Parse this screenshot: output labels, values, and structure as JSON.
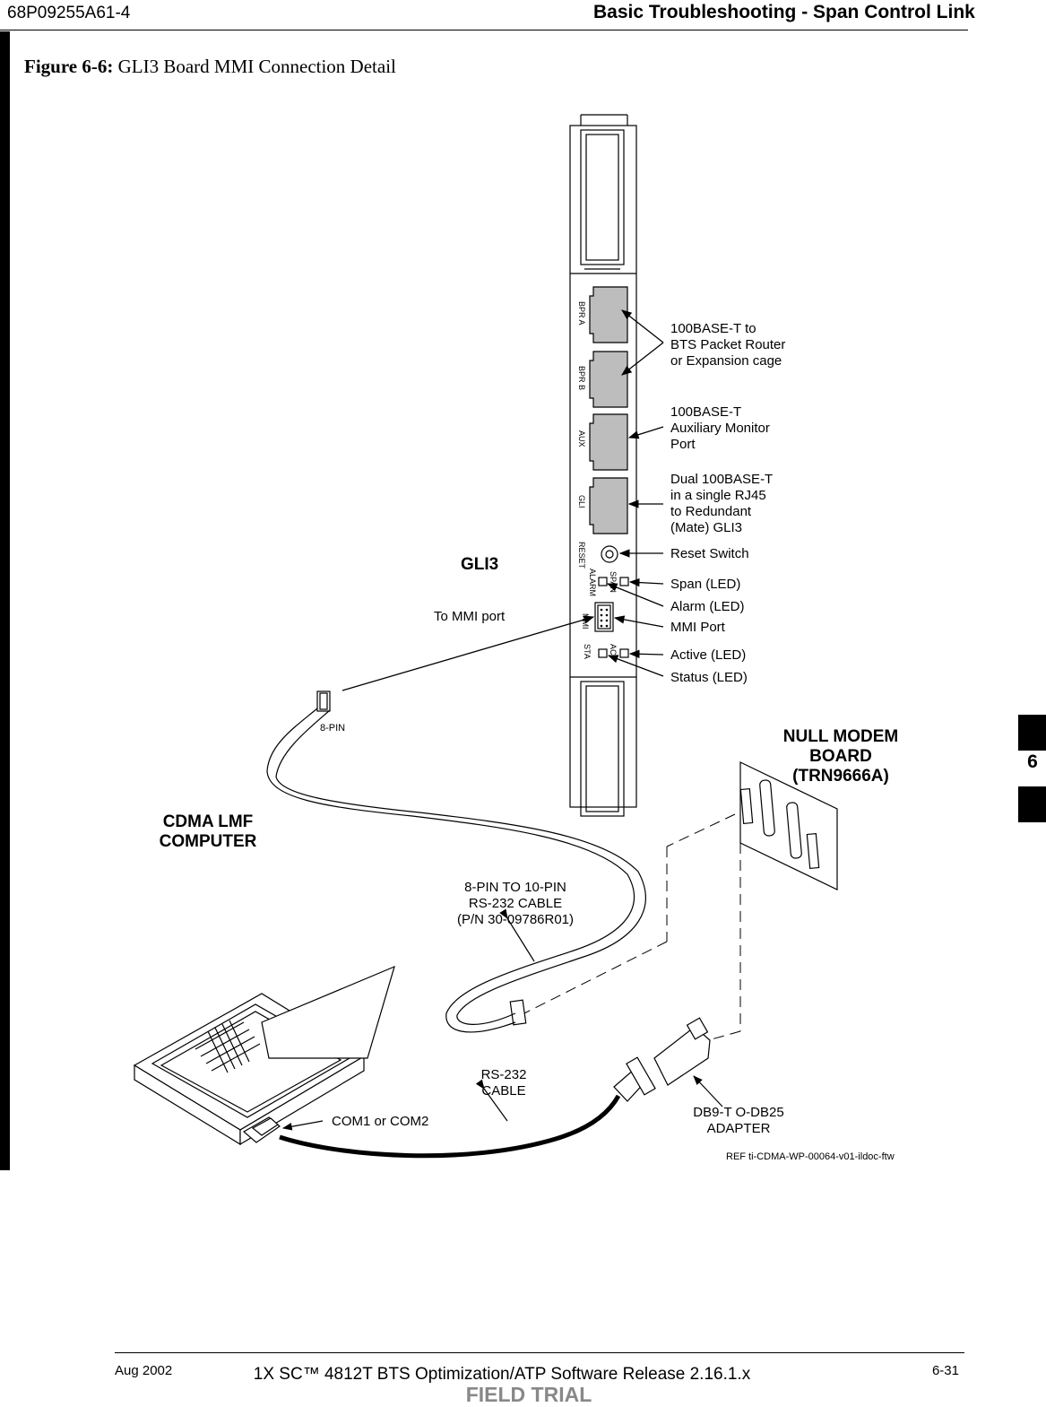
{
  "header": {
    "doc_id": "68P09255A61-4",
    "section_title": "Basic Troubleshooting - Span Control Link"
  },
  "figure": {
    "number": "Figure 6-6:",
    "caption": "GLI3 Board MMI Connection Detail"
  },
  "board": {
    "port_labels": {
      "bpr_a": "BPR A",
      "bpr_b": "BPR B",
      "aux": "AUX",
      "gli": "GLI",
      "reset": "RESET",
      "span": "SPAN",
      "alarm": "ALARM",
      "mmi": "MMI",
      "act": "ACT",
      "sta": "STA"
    }
  },
  "callouts": {
    "bpr": [
      "100BASE-T to",
      "BTS Packet Router",
      "or Expansion cage"
    ],
    "aux": [
      "100BASE-T",
      "Auxiliary Monitor",
      "Port"
    ],
    "gli": [
      "Dual 100BASE-T",
      "in a single RJ45",
      "to Redundant",
      "(Mate) GLI3"
    ],
    "reset": "Reset Switch",
    "span": "Span (LED)",
    "alarm": "Alarm (LED)",
    "mmi": "MMI Port",
    "active": "Active (LED)",
    "status": "Status (LED)"
  },
  "labels": {
    "gli3": "GLI3",
    "to_mmi": "To MMI port",
    "eight_pin": "8-PIN",
    "null_modem": [
      "NULL MODEM",
      "BOARD",
      "(TRN9666A)"
    ],
    "cdma_lmf": [
      "CDMA LMF",
      "COMPUTER"
    ],
    "cable": [
      "8-PIN  TO  10-PIN",
      "RS-232  CABLE",
      "(P/N 30-09786R01)"
    ],
    "rs232": [
      "RS-232",
      "CABLE"
    ],
    "com": "COM1 or COM2",
    "adapter": [
      "DB9-T O-DB25",
      "ADAPTER"
    ],
    "ref": "REF    ti-CDMA-WP-00064-v01-ildoc-ftw"
  },
  "side_tab": "6",
  "footer": {
    "date": "Aug 2002",
    "title": "1X SC™  4812T BTS Optimization/ATP Software Release 2.16.1.x",
    "page": "6-31",
    "status": "FIELD TRIAL"
  }
}
